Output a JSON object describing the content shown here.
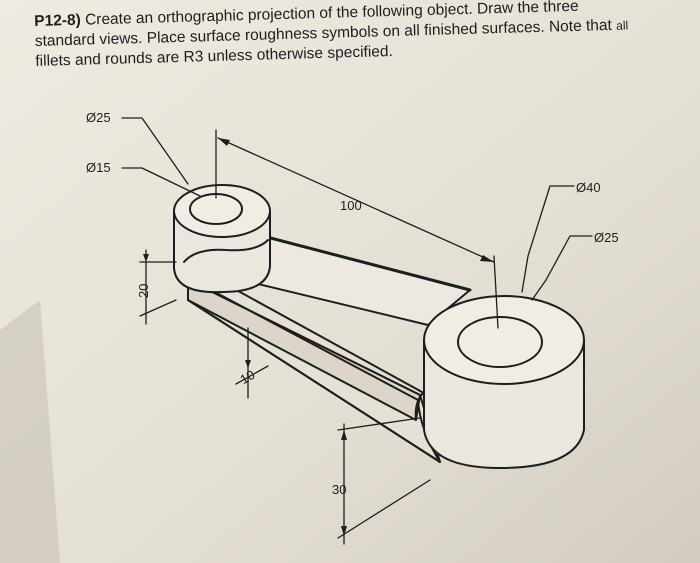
{
  "problem": {
    "id": "P12-8)",
    "line1": "Create an orthographic projection of the following object.  Draw the three",
    "line2": "standard views.  Place surface roughness symbols on all finished surfaces.  Note that",
    "line2_tail": "all",
    "line3": "fillets and rounds are R3 unless otherwise specified."
  },
  "drawing": {
    "dimensions": {
      "left_boss_outer": "Ø25",
      "left_boss_hole": "Ø15",
      "center_distance": "100",
      "right_boss_outer": "Ø40",
      "right_boss_hole": "Ø25",
      "left_boss_height": "20",
      "rib_thickness": "10",
      "right_boss_height": "30"
    }
  },
  "colors": {
    "paper": "#ebe6dc",
    "ink": "#1e1e1e",
    "background": "#4a4540"
  }
}
